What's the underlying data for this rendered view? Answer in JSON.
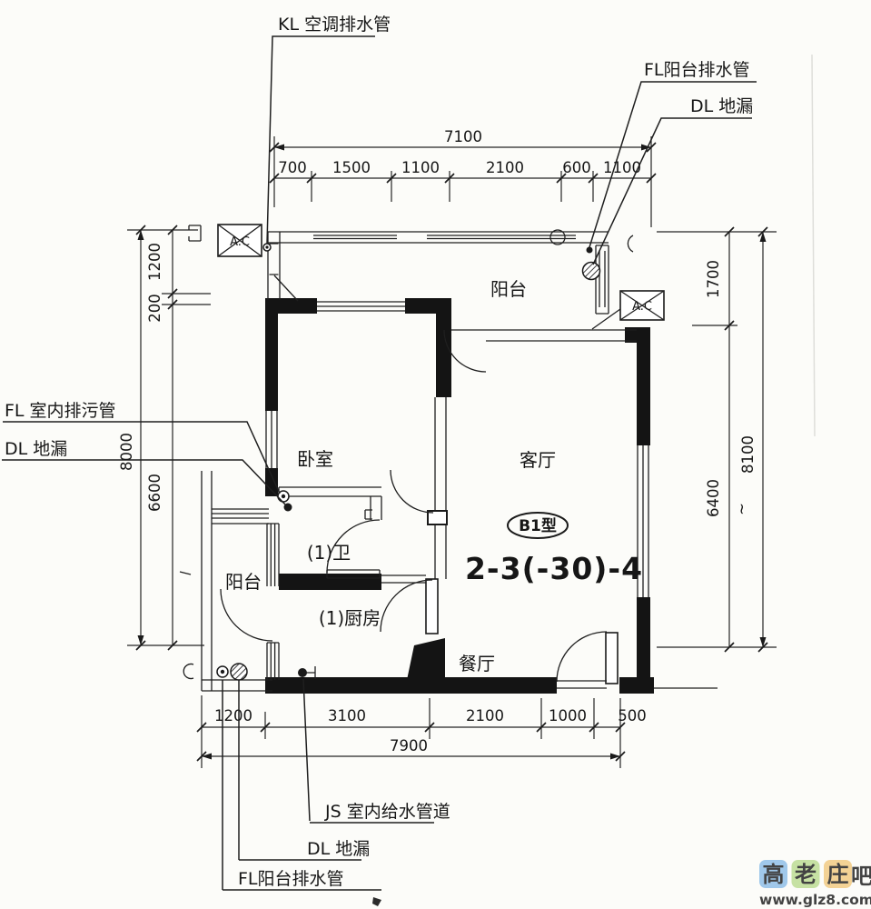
{
  "drawing": {
    "unit_type_badge": "B1型",
    "unit_number": "2-3(-30)-4",
    "ac_label": "A.C"
  },
  "rooms": {
    "balcony_top": "阳台",
    "bedroom": "卧室",
    "living_room": "客厅",
    "bathroom": "(1)卫",
    "balcony_left": "阳台",
    "kitchen": "(1)厨房",
    "dining": "餐厅"
  },
  "annotations": {
    "kl_ac_drain": "KL 空调排水管",
    "fl_balcony_drain_top": "FL阳台排水管",
    "dl_floor_drain_top": "DL 地漏",
    "fl_indoor_sewage": "FL 室内排污管",
    "dl_floor_drain_left": "DL 地漏",
    "js_indoor_water_supply": "JS 室内给水管道",
    "dl_floor_drain_bottom": "DL 地漏",
    "fl_balcony_drain_bottom": "FL阳台排水管"
  },
  "dimensions": {
    "top": {
      "total": "7100",
      "segments": [
        "700",
        "1500",
        "1100",
        "2100",
        "600",
        "1100"
      ]
    },
    "bottom": {
      "total": "7900",
      "segments": [
        "1200",
        "3100",
        "2100",
        "1000",
        "500"
      ]
    },
    "left": {
      "total": "8000",
      "segments": [
        "1200",
        "200",
        "6600"
      ]
    },
    "right": {
      "total": "8100",
      "approx_mark": "~",
      "segments": [
        "1700",
        "6400"
      ]
    }
  },
  "watermark": {
    "char_1": "高",
    "char_2": "老",
    "char_3": "庄",
    "suffix": "吧",
    "url": "www.glz8.com",
    "colors": {
      "blue": "#8abce7",
      "green": "#b9db8e",
      "orange": "#f2c87d",
      "char_blue": "#4a6a93",
      "char_green": "#628043",
      "char_orange": "#8d6e3a",
      "suffix_gray": "#4d4d4d",
      "url_red": "#d84a3e"
    }
  }
}
